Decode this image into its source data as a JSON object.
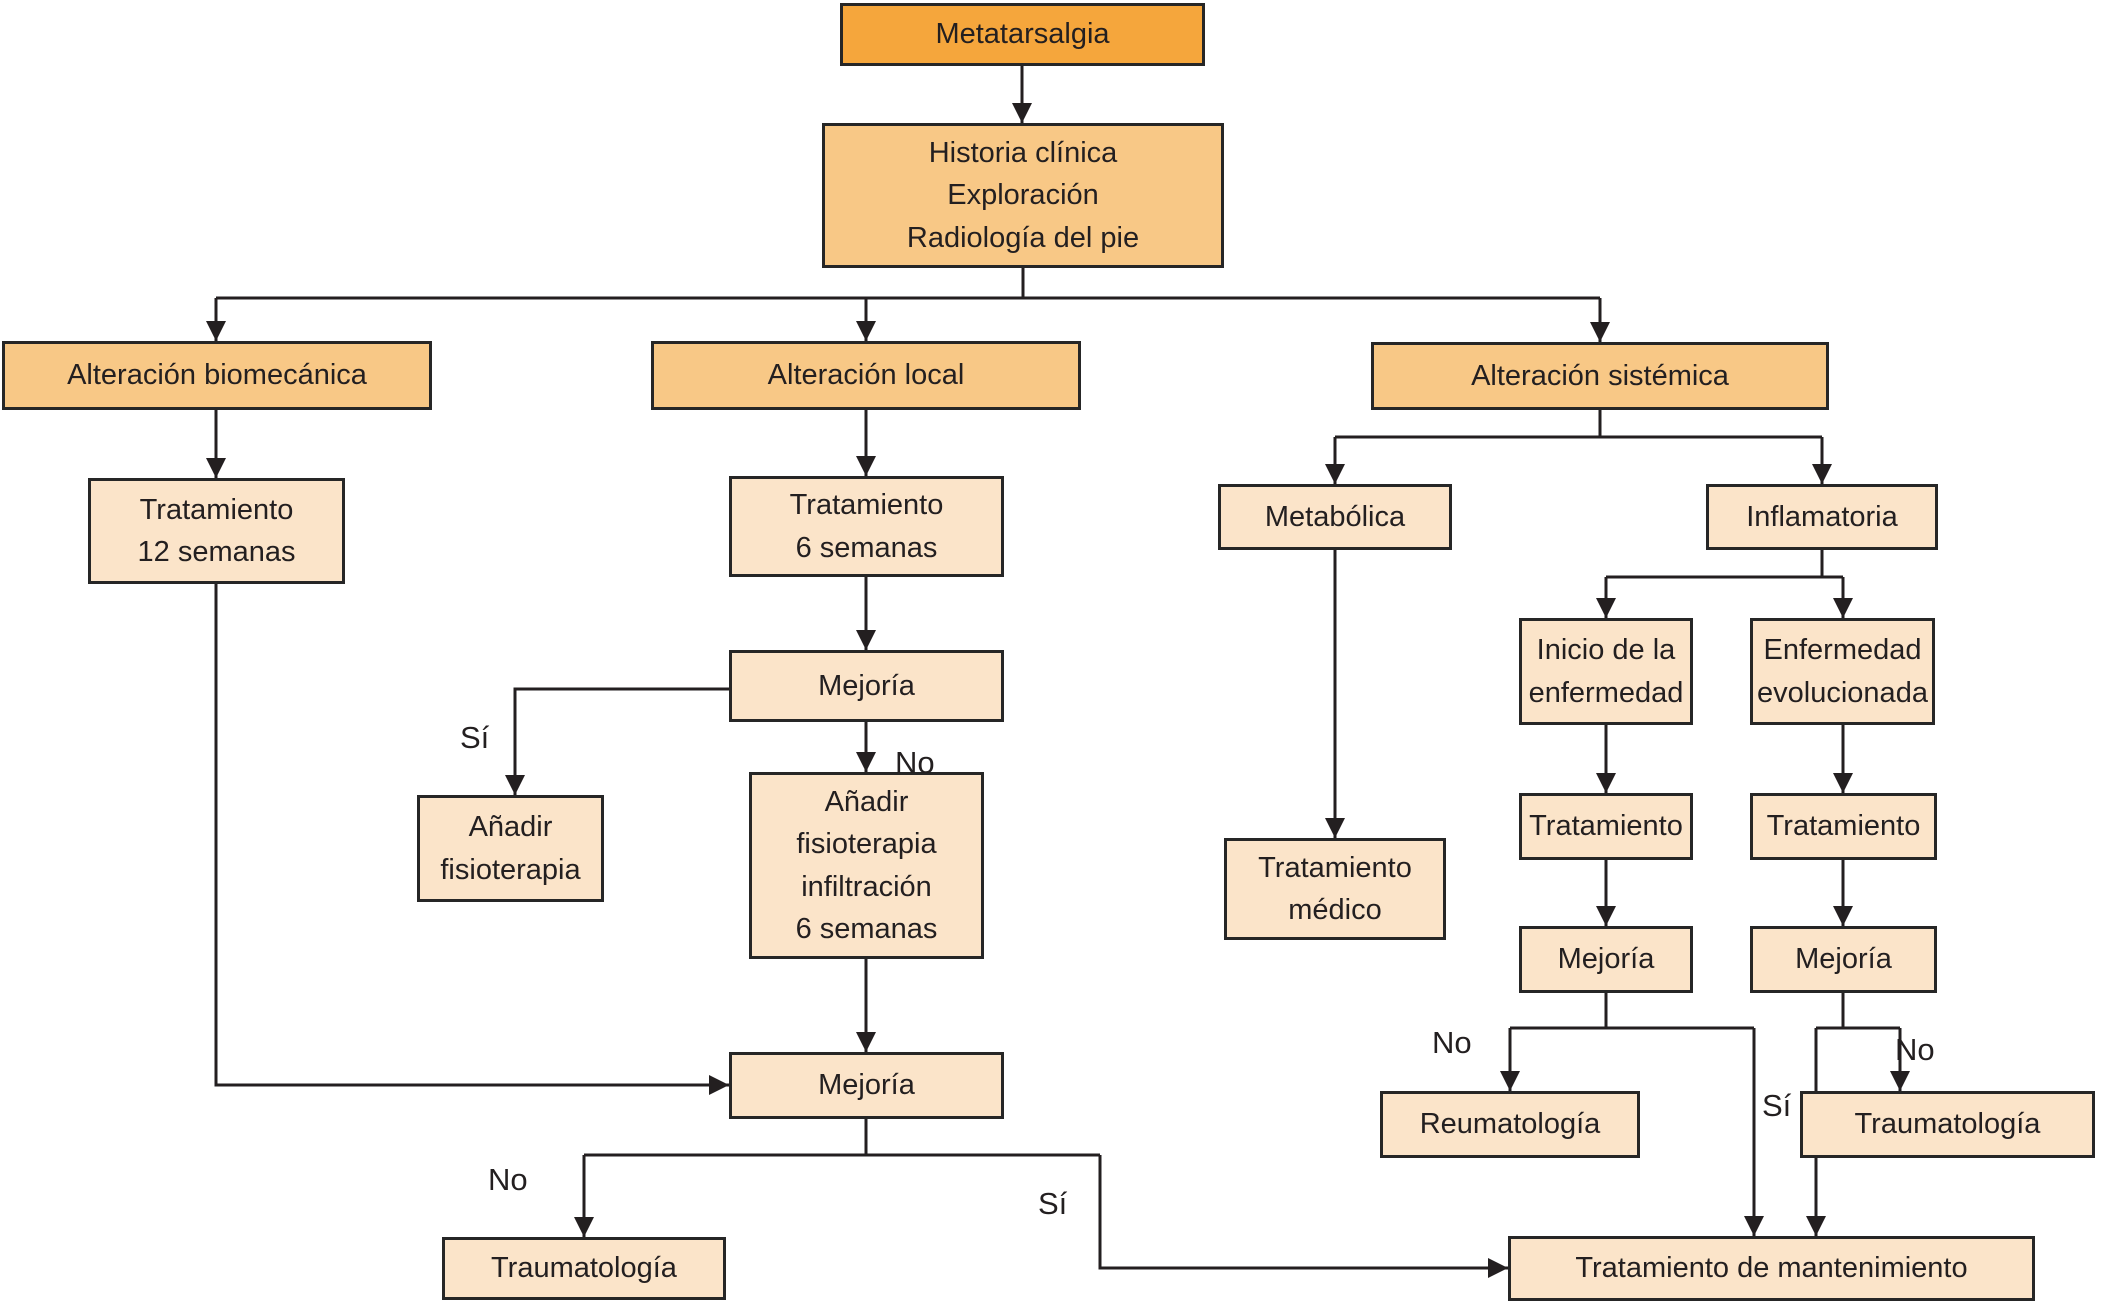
{
  "flowchart": {
    "nodes": {
      "metatarsalgia": {
        "label": "Metatarsalgia"
      },
      "historia": {
        "line1": "Historia clínica",
        "line2": "Exploración",
        "line3": "Radiología del pie"
      },
      "alteracion_biomecanica": {
        "label": "Alteración biomecánica"
      },
      "alteracion_local": {
        "label": "Alteración local"
      },
      "alteracion_sistemica": {
        "label": "Alteración sistémica"
      },
      "tratamiento_12_semanas": {
        "line1": "Tratamiento",
        "line2": "12 semanas"
      },
      "tratamiento_6_semanas": {
        "line1": "Tratamiento",
        "line2": "6 semanas"
      },
      "mejoria_local": {
        "label": "Mejoría"
      },
      "anadir_fisioterapia": {
        "line1": "Añadir",
        "line2": "fisioterapia"
      },
      "anadir_fisioterapia_infiltracion": {
        "line1": "Añadir",
        "line2": "fisioterapia",
        "line3": "infiltración",
        "line4": "6 semanas"
      },
      "mejoria_final": {
        "label": "Mejoría"
      },
      "traumatologia_inferior": {
        "label": "Traumatología"
      },
      "metabolica": {
        "label": "Metabólica"
      },
      "tratamiento_medico": {
        "line1": "Tratamiento",
        "line2": "médico"
      },
      "inflamatoria": {
        "label": "Inflamatoria"
      },
      "inicio_enfermedad": {
        "line1": "Inicio de la",
        "line2": "enfermedad"
      },
      "enfermedad_evolucionada": {
        "line1": "Enfermedad",
        "line2": "evolucionada"
      },
      "tratamiento_inicio": {
        "label": "Tratamiento"
      },
      "tratamiento_evolucionada": {
        "label": "Tratamiento"
      },
      "mejoria_inicio": {
        "label": "Mejoría"
      },
      "mejoria_evolucionada": {
        "label": "Mejoría"
      },
      "reumatologia": {
        "label": "Reumatología"
      },
      "traumatologia_derecha": {
        "label": "Traumatología"
      },
      "tratamiento_mantenimiento": {
        "label": "Tratamiento de mantenimiento"
      }
    },
    "edge_labels": {
      "si_fisioterapia": "Sí",
      "no_fisioterapia": "No",
      "no_traumatologia_inferior": "No",
      "si_mantenimiento_inferior": "Sí",
      "no_reumatologia": "No",
      "si_mantenimiento_derecha": "Sí",
      "no_traumatologia_derecha": "No"
    },
    "colors": {
      "root_fill": "#F5A63C",
      "branch_fill": "#F8C886",
      "leaf_fill": "#FBE4C9",
      "border": "#262626",
      "line": "#231F20"
    }
  }
}
